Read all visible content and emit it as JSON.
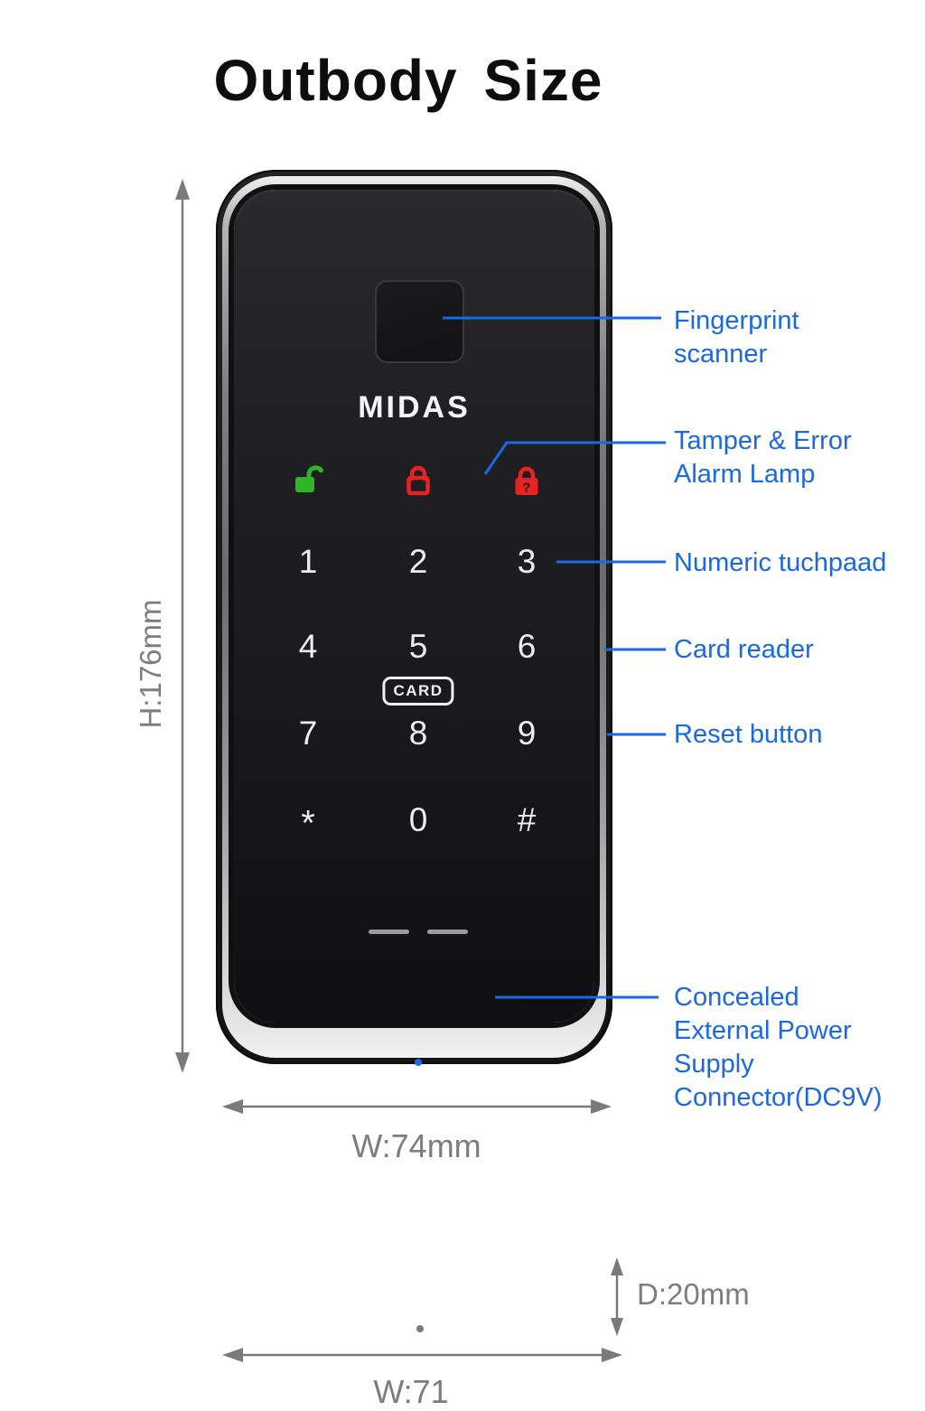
{
  "page": {
    "title": "Outbody Size",
    "background": "#ffffff"
  },
  "colors": {
    "annotation_blue": "#1a68e4",
    "dimension_gray": "#7d7d80",
    "device_body_black": "#1b1b1e",
    "bezel_chrome_silver": "#c0c0c0",
    "unlock_lamp_green": "#2eb52c",
    "alarm_lamp_red": "#e82220",
    "keypad_white": "#ededef"
  },
  "device": {
    "brand": "MIDAS",
    "lamps": {
      "items": [
        {
          "name": "unlocked-lamp",
          "color": "green",
          "style": "filled-open-padlock"
        },
        {
          "name": "locked-lamp",
          "color": "red",
          "style": "outline-closed-padlock"
        },
        {
          "name": "tamper-alarm-lamp",
          "color": "red",
          "style": "filled-padlock-question"
        }
      ],
      "question_glyph": "?"
    },
    "keypad": {
      "keys": [
        "1",
        "2",
        "3",
        "4",
        "5",
        "6",
        "7",
        "8",
        "9",
        "*",
        "0",
        "#"
      ],
      "card_label": "CARD"
    },
    "indicator_dashes": 2
  },
  "annotations": [
    {
      "label": "Fingerprint scanner",
      "lines": [
        "Fingerprint",
        "scanner"
      ]
    },
    {
      "label": "Tamper & Error Alarm Lamp",
      "lines": [
        "Tamper & Error",
        "Alarm Lamp"
      ]
    },
    {
      "label": "Numeric tuchpaad",
      "lines": [
        "Numeric tuchpaad"
      ]
    },
    {
      "label": "Card reader",
      "lines": [
        "Card reader"
      ]
    },
    {
      "label": "Reset button",
      "lines": [
        "Reset button"
      ]
    },
    {
      "label": "Concealed External Power Supply Connector(DC9V)",
      "lines": [
        "Concealed",
        "External Power",
        "Supply",
        "Connector(DC9V)"
      ]
    }
  ],
  "dimensions": {
    "height": "H:176mm",
    "width": "W:74mm",
    "depth": "D:20mm",
    "bottom_width": "W:71"
  }
}
